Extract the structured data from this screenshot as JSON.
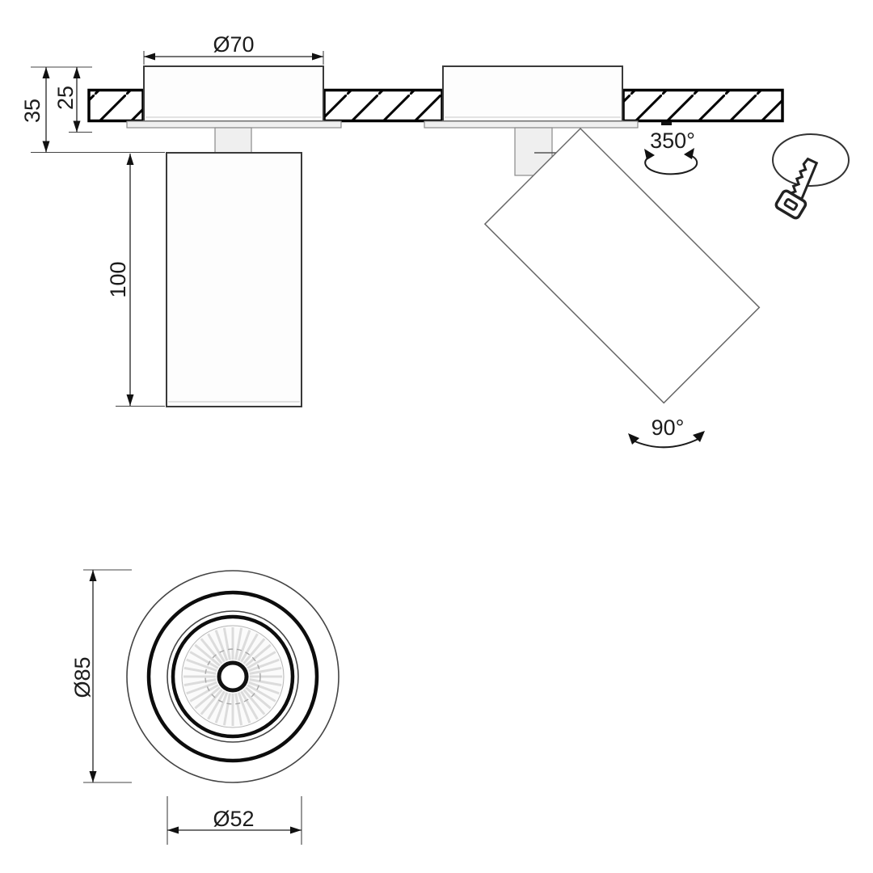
{
  "title": "Recessed adjustable spotlight - technical dimension drawing",
  "side_view": {
    "dim_top_diameter": "Ø70",
    "dim_total_depth": "35",
    "dim_recess_depth": "25",
    "dim_body_height": "100"
  },
  "tilt_view": {
    "rotation_label": "350°",
    "tilt_label": "90°"
  },
  "bottom_view": {
    "dim_outer_diameter": "Ø85",
    "dim_lens_diameter": "Ø52"
  },
  "icons": {
    "adjustment_tool": "key-icon",
    "rotation_symbol": "rotation-ellipse-arrow",
    "tilt_symbol": "tilt-arc-arrow"
  },
  "colors": {
    "background": "#ffffff",
    "main_line": "#1c1c1c",
    "thin_line": "#666666",
    "fitting_fill": "#efefef",
    "ray_fill": "#dcdcdc"
  }
}
